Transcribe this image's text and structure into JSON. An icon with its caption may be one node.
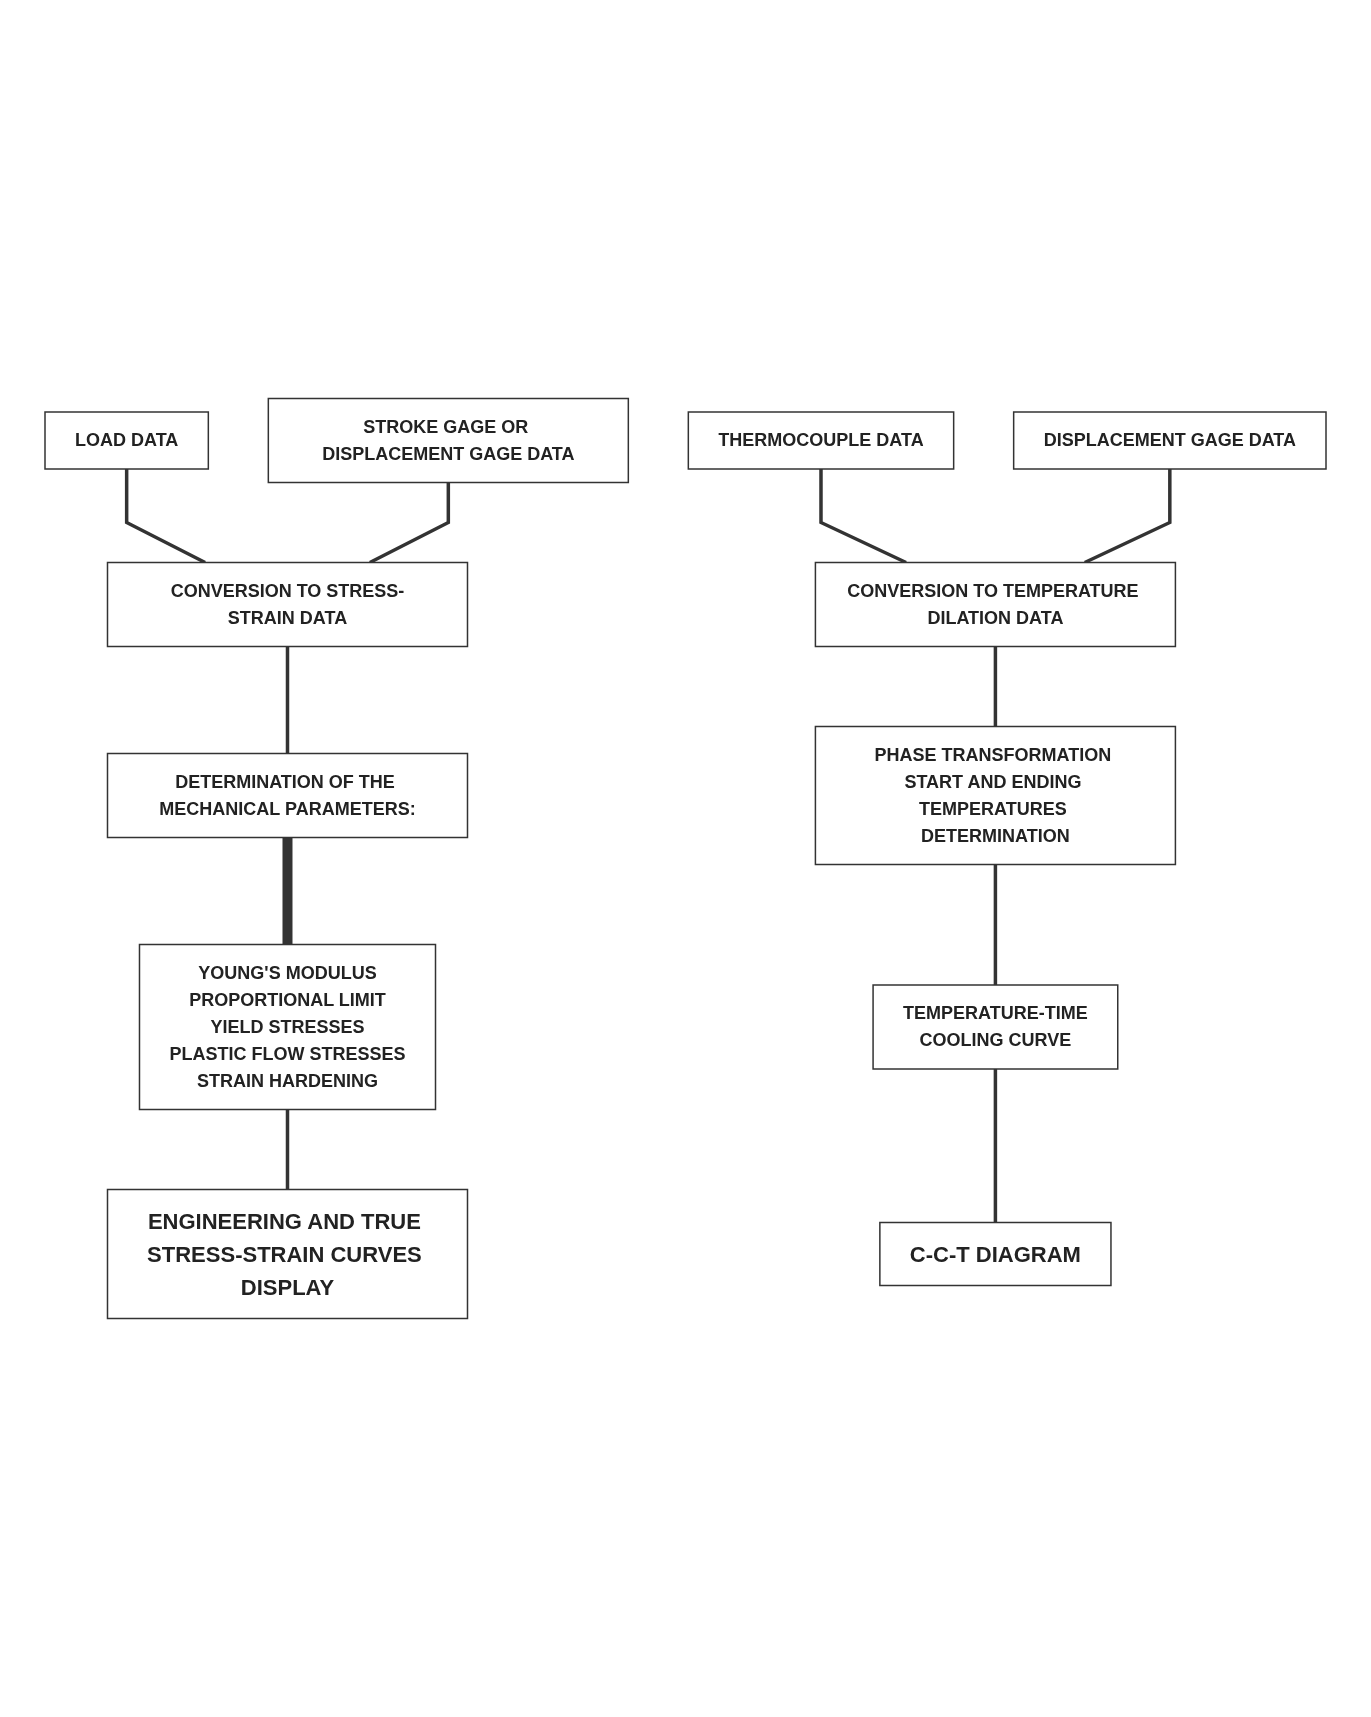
{
  "diagram": {
    "nodes": [
      {
        "text": [
          "LOAD DATA"
        ]
      },
      {
        "text": [
          "STROKE GAGE OR DISPLACEMENT GAGE DATA"
        ]
      },
      {
        "text": [
          "CONVERSION TO STRESS-STRAIN DATA"
        ]
      },
      {
        "text": [
          "DETERMINATION OF THE MECHANICAL PARAMETERS:"
        ]
      },
      {
        "text": [
          "YOUNG'S MODULUS",
          "PROPORTIONAL LIMIT",
          "YIELD STRESSES",
          "PLASTIC FLOW STRESSES",
          "STRAIN HARDENING"
        ]
      },
      {
        "text": [
          "ENGINEERING AND TRUE STRESS-STRAIN CURVES DISPLAY"
        ]
      },
      {
        "text": [
          "THERMOCOUPLE DATA"
        ]
      },
      {
        "text": [
          "DISPLACEMENT GAGE DATA"
        ]
      },
      {
        "text": [
          "CONVERSION TO TEMPERATURE DILATION DATA"
        ]
      },
      {
        "text": [
          "PHASE TRANSFORMATION START AND ENDING TEMPERATURES DETERMINATION"
        ]
      },
      {
        "text": [
          "TEMPERATURE-TIME",
          "COOLING CURVE"
        ]
      },
      {
        "text": [
          "C-C-T DIAGRAM"
        ]
      }
    ],
    "edges": [
      {
        "from": 0,
        "to": 2,
        "arrow": "none"
      },
      {
        "from": 1,
        "to": 2,
        "arrow": "none"
      },
      {
        "from": 2,
        "to": 3,
        "arrow": "none"
      },
      {
        "from": 3,
        "to": 4,
        "arrow": "none",
        "style": "thick"
      },
      {
        "from": 4,
        "to": 5,
        "arrow": "none"
      },
      {
        "from": 6,
        "to": 8,
        "arrow": "none"
      },
      {
        "from": 7,
        "to": 8,
        "arrow": "none"
      },
      {
        "from": 8,
        "to": 9,
        "arrow": "none"
      },
      {
        "from": 9,
        "to": 10,
        "arrow": "none"
      },
      {
        "from": 10,
        "to": 11,
        "arrow": "none"
      }
    ]
  }
}
